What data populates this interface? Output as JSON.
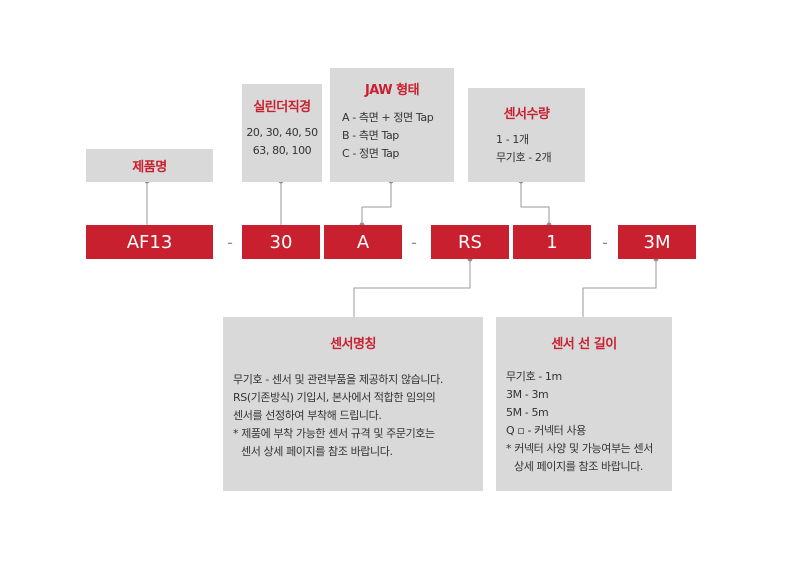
{
  "boxes": {
    "product_name": {
      "title": "제품명"
    },
    "cylinder_bore": {
      "title": "실린더직경",
      "lines": [
        "20, 30, 40, 50",
        "63, 80, 100"
      ]
    },
    "jaw_type": {
      "title": "JAW 형태",
      "lines": [
        "A - 측면 + 정면 Tap",
        "B - 측면 Tap",
        "C - 정면 Tap"
      ]
    },
    "sensor_qty": {
      "title": "센서수량",
      "lines": [
        "1 - 1개",
        "무기호 - 2개"
      ]
    },
    "sensor_name": {
      "title": "센서명칭",
      "lines": [
        "무기호 - 센서 및 관련부품을 제공하지 않습니다.",
        "RS(기존방식) 기입시, 본사에서 적합한 임의의",
        "센서를 선정하여 부착해 드립니다.",
        "* 제품에 부착 가능한 센서 규격 및 주문기호는",
        "  센서 상세 페이지를 참조 바랍니다."
      ]
    },
    "sensor_cable": {
      "title": "센서 선 길이",
      "lines": [
        "무기호 - 1m",
        "3M - 3m",
        "5M - 5m",
        "Q ▫ - 커넥터 사용",
        "* 커넥터 사양 및 가능여부는 센서",
        "  상세 페이지를 참조 바랍니다."
      ]
    }
  },
  "code": {
    "parts": [
      "AF13",
      "30",
      "A",
      "RS",
      "1",
      "3M"
    ],
    "separator": "-"
  },
  "colors": {
    "accent": "#c8202f",
    "box_bg": "#d9d9d9",
    "connector": "#9a9a9a"
  }
}
